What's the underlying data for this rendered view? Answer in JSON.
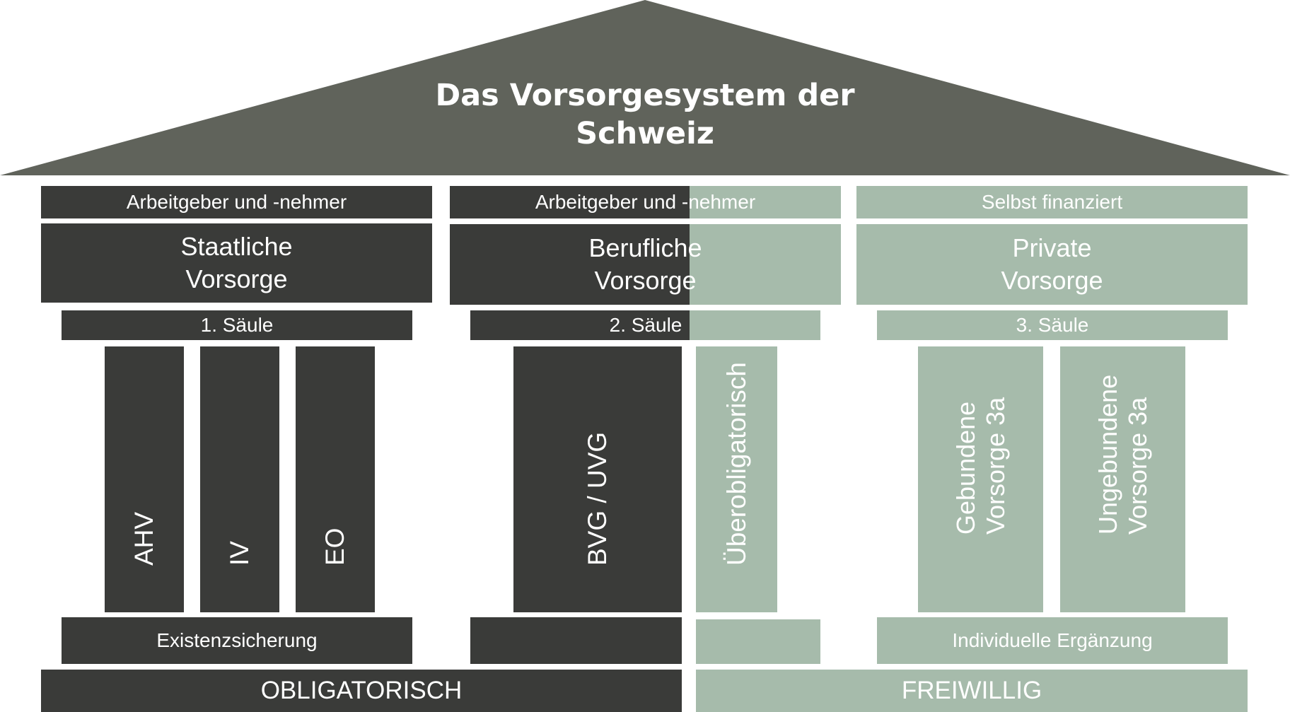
{
  "title": {
    "line1": "Das Vorsorgesystem der",
    "line2": "Schweiz"
  },
  "pillars": {
    "staatlich": {
      "funding": "Arbeitgeber und -nehmer",
      "name_line1": "Staatliche",
      "name_line2": "Vorsorge",
      "saeule": "1. Säule",
      "columns": [
        "AHV",
        "IV",
        "EO"
      ],
      "base": "Existenzsicherung"
    },
    "beruflich": {
      "funding": "Arbeitgeber und -nehmer",
      "name_line1": "Berufliche",
      "name_line2": "Vorsorge",
      "saeule": "2. Säule",
      "columns": [
        "BVG / UVG",
        "Überobligatorisch"
      ]
    },
    "privat": {
      "funding": "Selbst finanziert",
      "name_line1": "Private",
      "name_line2": "Vorsorge",
      "saeule": "3. Säule",
      "columns": [
        {
          "line1": "Gebundene",
          "line2": "Vorsorge 3a"
        },
        {
          "line1": "Ungebundene",
          "line2": "Vorsorge 3a"
        }
      ],
      "base": "Individuelle Ergänzung"
    }
  },
  "foundation": {
    "obligatorisch": "OBLIGATORISCH",
    "freiwillig": "FREIWILLIG"
  },
  "colors": {
    "roof": "#60635b",
    "dark": "#3a3b39",
    "light": "#a6bbab",
    "text": "#ffffff"
  }
}
